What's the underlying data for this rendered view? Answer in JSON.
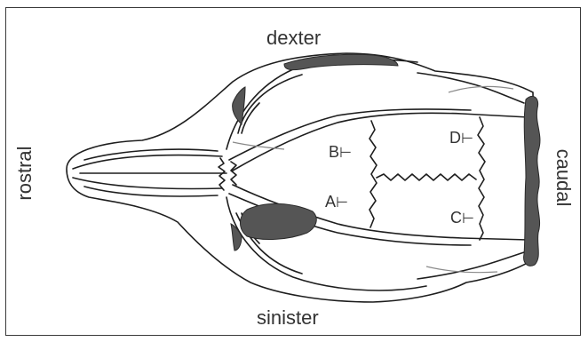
{
  "orientation_labels": {
    "top": "dexter",
    "bottom": "sinister",
    "left": "rostral",
    "right": "caudal"
  },
  "suture_labels": {
    "a": "A",
    "b": "B",
    "c": "C",
    "d": "D",
    "tick_symbol": "⊢"
  },
  "colors": {
    "outline": "#1e1e1e",
    "dark_fill": "#555555",
    "frame": "#3a3a3a",
    "text": "#333333"
  }
}
